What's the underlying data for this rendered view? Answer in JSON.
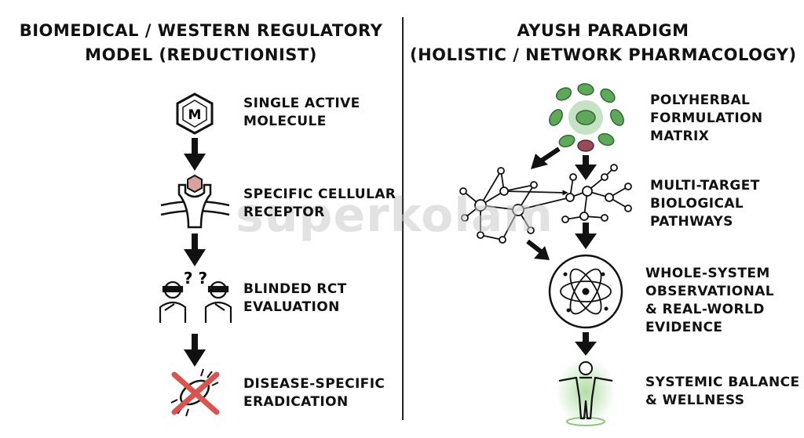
{
  "left": {
    "title_line1": "BIOMEDICAL / WESTERN REGULATORY",
    "title_line2": "MODEL (REDUCTIONIST)",
    "steps": [
      {
        "line1": "SINGLE ACTIVE",
        "line2": "MOLECULE"
      },
      {
        "line1": "SPECIFIC CELLULAR",
        "line2": "RECEPTOR"
      },
      {
        "line1": "BLINDED RCT",
        "line2": "EVALUATION"
      },
      {
        "line1": "DISEASE-SPECIFIC",
        "line2": "ERADICATION"
      }
    ],
    "molecule_letter": "M",
    "question_marks": "? ?"
  },
  "right": {
    "title_line1": "AYUSH PARADIGM",
    "title_line2": "(HOLISTIC / NETWORK PHARMACOLOGY)",
    "steps": [
      {
        "line1": "POLYHERBAL",
        "line2": "FORMULATION",
        "line3": "MATRIX"
      },
      {
        "line1": "MULTI-TARGET",
        "line2": "BIOLOGICAL",
        "line3": "PATHWAYS"
      },
      {
        "line1": "WHOLE-SYSTEM",
        "line2": "OBSERVATIONAL",
        "line3": "& REAL-WORLD",
        "line4": "EVIDENCE"
      },
      {
        "line1": "SYSTEMIC BALANCE",
        "line2": "& WELLNESS"
      }
    ]
  },
  "watermark": "superkolam",
  "colors": {
    "leaf": "#5fa85a",
    "leaf_dark": "#2f6b34",
    "cross": "#d9534f",
    "receptor": "#d9a19b",
    "glow": "#a8d99a"
  }
}
